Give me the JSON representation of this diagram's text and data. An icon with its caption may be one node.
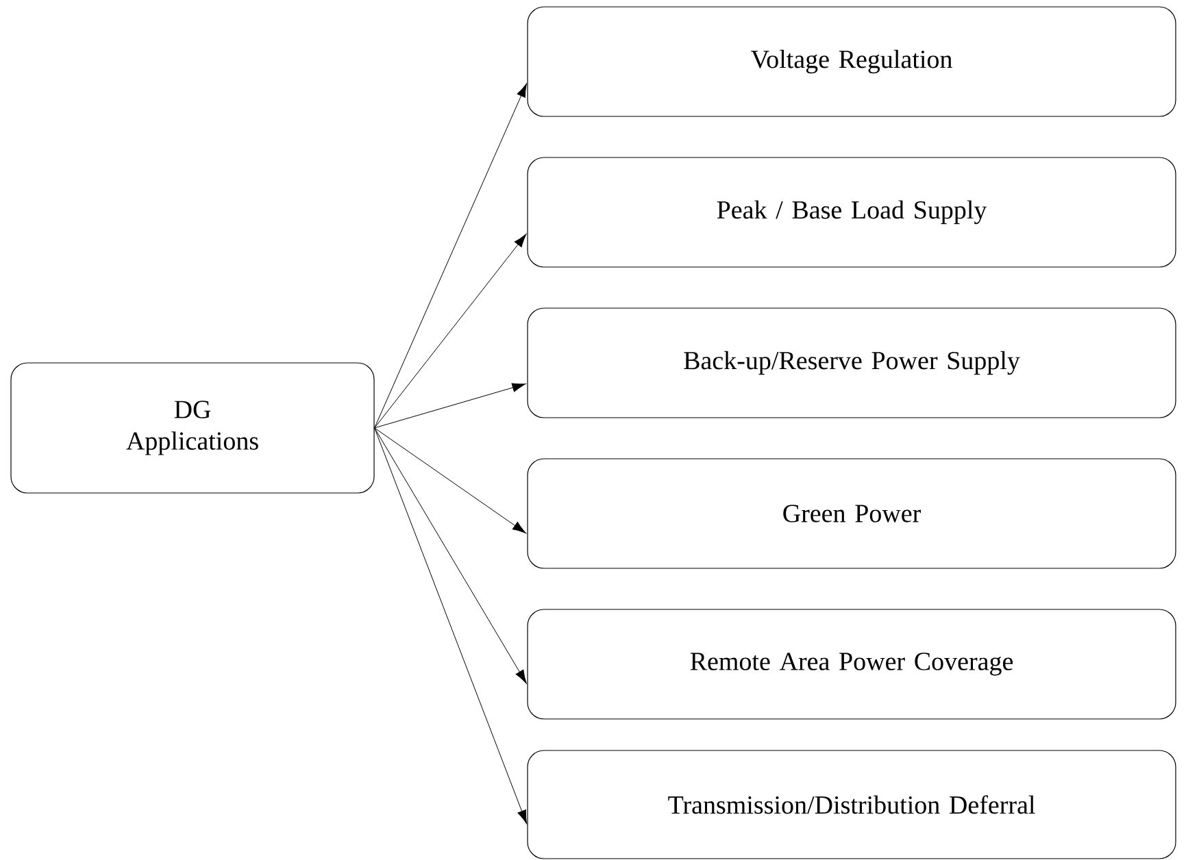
{
  "diagram": {
    "nodes": [
      {
        "text": [
          "DG Applications"
        ]
      },
      {
        "text": [
          "Voltage Regulation"
        ]
      },
      {
        "text": [
          "Peak / Base Load Supply"
        ]
      },
      {
        "text": [
          "Back-up/Reserve Power Supply"
        ]
      },
      {
        "text": [
          "Green Power"
        ]
      },
      {
        "text": [
          "Remote Area Power Coverage"
        ]
      },
      {
        "text": [
          "Transmission/Distribution Deferral"
        ]
      }
    ],
    "edges": [
      {
        "from": 0,
        "to": 1,
        "arrow": "to"
      },
      {
        "from": 0,
        "to": 2,
        "arrow": "to"
      },
      {
        "from": 0,
        "to": 3,
        "arrow": "to"
      },
      {
        "from": 0,
        "to": 4,
        "arrow": "to"
      },
      {
        "from": 0,
        "to": 5,
        "arrow": "to"
      },
      {
        "from": 0,
        "to": 6,
        "arrow": "to"
      }
    ]
  }
}
